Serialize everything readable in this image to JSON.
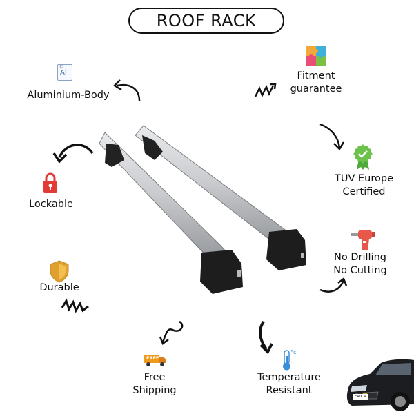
{
  "title": "ROOF RACK",
  "features": {
    "aluminium": {
      "label": "Aluminium-Body",
      "icon_text": "Al",
      "icon_num": "13"
    },
    "fitment": {
      "line1": "Fitment",
      "line2": "guarantee"
    },
    "lockable": {
      "label": "Lockable"
    },
    "tuv": {
      "line1": "TUV Europe",
      "line2": "Certified"
    },
    "no_drilling": {
      "line1": "No Drilling",
      "line2": "No Cutting"
    },
    "durable": {
      "label": "Durable"
    },
    "shipping": {
      "line1": "Free",
      "line2": "Shipping",
      "truck_text": "FREE"
    },
    "temperature": {
      "line1": "Temperature",
      "line2": "Resistant",
      "unit": "°c"
    }
  },
  "car": {
    "plate_text": "ERICA"
  },
  "icons": [
    "aluminium-element-icon",
    "puzzle-icon",
    "padlock-icon",
    "certified-badge-icon",
    "drill-icon",
    "shield-icon",
    "delivery-truck-icon",
    "thermometer-icon"
  ],
  "colors": {
    "padlock": "#e23a36",
    "badge": "#6cc24a",
    "shield": "#e0a030",
    "truck": "#f09a1c",
    "drill": "#e8584a",
    "thermometer": "#3a8fd8"
  }
}
